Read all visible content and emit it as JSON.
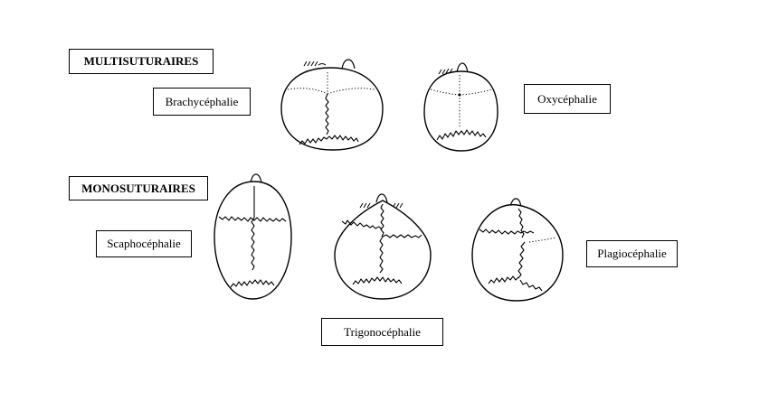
{
  "headings": {
    "multi": "MULTISUTURAIRES",
    "mono": "MONOSUTURAIRES"
  },
  "labels": {
    "brachy": "Brachycéphalie",
    "oxy": "Oxycéphalie",
    "scapho": "Scaphocéphalie",
    "trigono": "Trigonocéphalie",
    "plagio": "Plagiocéphalie"
  }
}
